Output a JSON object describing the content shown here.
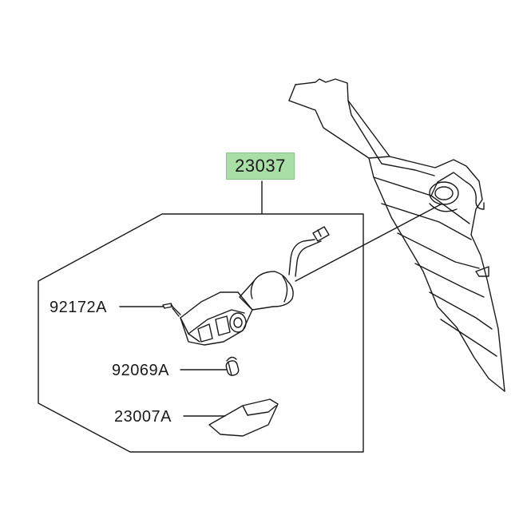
{
  "assembly": {
    "part_number": "23037",
    "highlight_color": "#a9dea6"
  },
  "parts": [
    {
      "part_number": "92172A",
      "component": "screw"
    },
    {
      "part_number": "92069A",
      "component": "bulb"
    },
    {
      "part_number": "23007A",
      "component": "lens"
    }
  ],
  "colors": {
    "line": "#1a1a1a",
    "background": "#ffffff"
  }
}
